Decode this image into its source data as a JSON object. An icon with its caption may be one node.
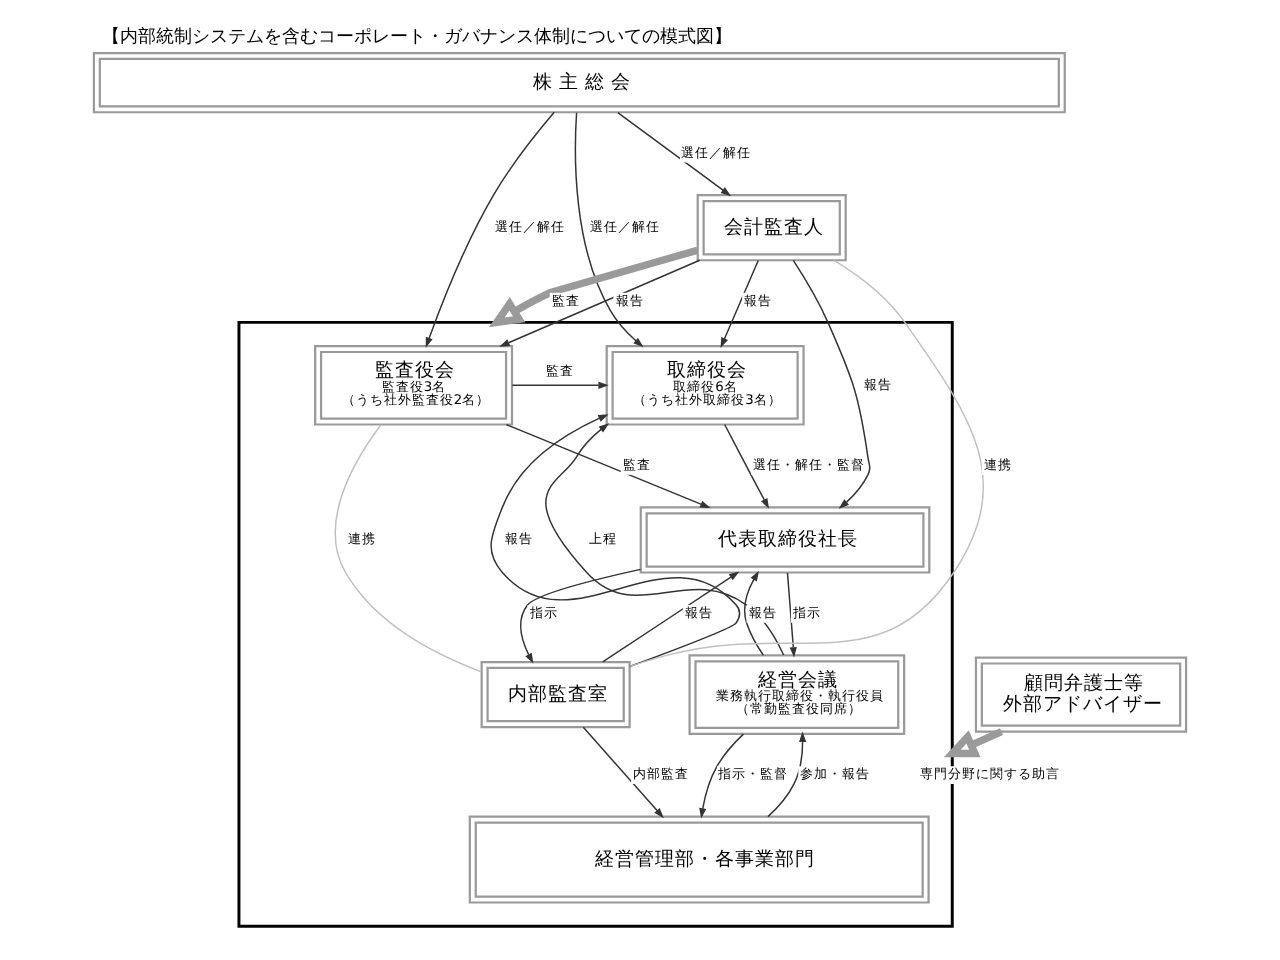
{
  "diagram": {
    "title": "【内部統制システムを含むコーポレート・ガバナンス体制についての模式図】",
    "nodes": [
      {
        "text": [
          "株 主 総 会"
        ]
      },
      {
        "text": [
          "会計監査人"
        ]
      },
      {
        "text": [],
        "shape": "box"
      },
      {
        "text": [
          "監査役会",
          "監査役3名",
          "（うち社外監査役2名）"
        ],
        "in": 2
      },
      {
        "text": [
          "取締役会",
          "取締役6名",
          "（うち社外取締役3名）"
        ],
        "in": 2
      },
      {
        "text": [
          "代表取締役社長"
        ],
        "in": 2
      },
      {
        "text": [
          "内部監査室"
        ],
        "in": 2
      },
      {
        "text": [
          "経営会議",
          "業務執行取締役・執行役員",
          "（常勤監査役同席）"
        ],
        "in": 2
      },
      {
        "text": [
          "経営管理部・各事業部門"
        ],
        "in": 2
      },
      {
        "text": [
          "顧問弁護士等",
          "外部アドバイザー"
        ]
      }
    ],
    "edges": [
      {
        "from": 0,
        "to": 1,
        "arrow": "to",
        "label": "選任／解任"
      },
      {
        "from": 0,
        "to": 3,
        "arrow": "to",
        "label": "選任／解任"
      },
      {
        "from": 0,
        "to": 4,
        "arrow": "to",
        "label": "選任／解任"
      },
      {
        "from": 1,
        "to": 4,
        "arrow": "to",
        "label": "報告"
      },
      {
        "from": 1,
        "to": 3,
        "arrow": "to",
        "label": "報告"
      },
      {
        "from": 1,
        "to": 2,
        "arrow": "to",
        "label": "監査",
        "style": "thick",
        "color": "#9a9a9a"
      },
      {
        "from": 3,
        "to": 4,
        "arrow": "to",
        "label": "監査"
      },
      {
        "from": 3,
        "to": 5,
        "arrow": "to",
        "label": "監査"
      },
      {
        "from": 6,
        "to": 4,
        "arrow": "to",
        "label": "報告"
      },
      {
        "from": 4,
        "to": 5,
        "arrow": "to",
        "label": "選任・解任・監督"
      },
      {
        "from": 1,
        "to": 5,
        "arrow": "to",
        "label": "報告"
      },
      {
        "from": 5,
        "to": 6,
        "arrow": "to",
        "label": "指示"
      },
      {
        "from": 6,
        "to": 5,
        "arrow": "to",
        "label": "報告"
      },
      {
        "from": 5,
        "to": 7,
        "arrow": "to",
        "label": "指示"
      },
      {
        "from": 7,
        "to": 5,
        "arrow": "to",
        "label": "報告"
      },
      {
        "from": 7,
        "to": 4,
        "arrow": "to",
        "label": "上程"
      },
      {
        "from": 3,
        "to": 6,
        "arrow": "none",
        "label": "連携",
        "color": "#c0c0c0"
      },
      {
        "from": 1,
        "to": 6,
        "arrow": "none",
        "label": "連携",
        "color": "#c0c0c0"
      },
      {
        "from": 6,
        "to": 8,
        "arrow": "to",
        "label": "内部監査"
      },
      {
        "from": 7,
        "to": 8,
        "arrow": "to",
        "label": "指示・監督"
      },
      {
        "from": 8,
        "to": 7,
        "arrow": "to",
        "label": "参加・報告"
      },
      {
        "from": 9,
        "to": 2,
        "arrow": "to",
        "label": "専門分野に関する助言",
        "style": "thick",
        "color": "#9a9a9a"
      }
    ]
  }
}
